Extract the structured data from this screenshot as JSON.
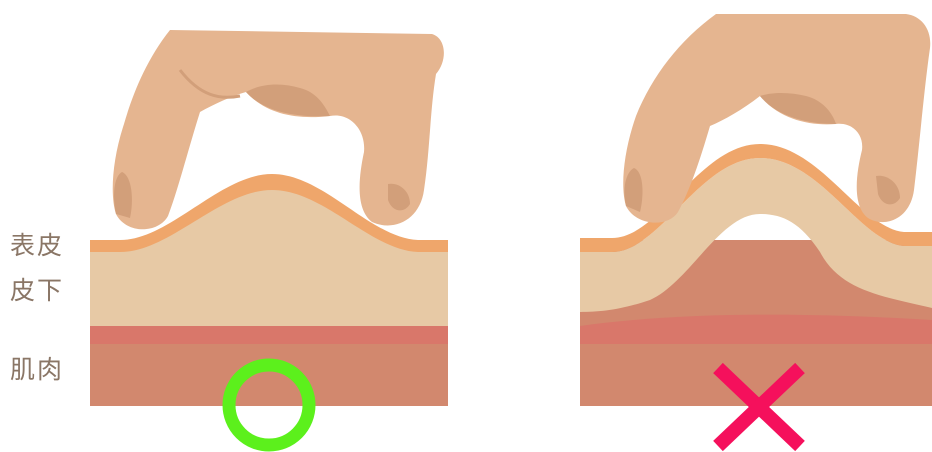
{
  "labels": {
    "epidermis": "表皮",
    "subcutaneous": "皮下",
    "muscle": "肌肉"
  },
  "panels": [
    {
      "id": "correct",
      "mark": "circle",
      "meaning": "correct"
    },
    {
      "id": "incorrect",
      "mark": "cross",
      "meaning": "incorrect"
    }
  ],
  "colors": {
    "epidermis": "#efa66b",
    "subcutaneous": "#e7c9a5",
    "muscle_band": "#d9776a",
    "muscle": "#d2886e",
    "hand": "#e5b590",
    "hand_shadow": "#d29f7a",
    "correct_mark": "#5cf01c",
    "incorrect_mark": "#f5105c",
    "label_text": "#8a7666"
  },
  "icons": {
    "correct": "green-circle-icon",
    "incorrect": "red-cross-icon",
    "hand": "pinching-hand-icon"
  }
}
